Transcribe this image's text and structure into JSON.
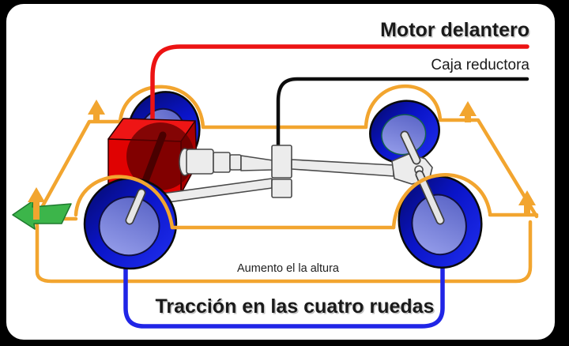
{
  "diagram": {
    "title": "Motor delantero",
    "labels": {
      "front_engine": "Motor delantero",
      "reduction_gearbox": "Caja reductora",
      "height_increase": "Aumento el la altura",
      "four_wheel_drive": "Tracción en las cuatro ruedas"
    },
    "colors": {
      "background": "#000000",
      "canvas": "#ffffff",
      "body_outline_orange": "#F2A52F",
      "callout_red": "#EC1313",
      "callout_black": "#0D0D0D",
      "callout_blue": "#2025E6",
      "arrow_green": "#3CB54A",
      "engine_red": "#E00202",
      "engine_red_top": "#EE1515",
      "engine_red_dark": "#A80000",
      "engine_flywheel": "#5C0000",
      "wheel_blue": "#0A14C8",
      "wheel_blue_dark": "#050A64",
      "wheel_hub_light": "#8A92E0",
      "drivetrain_gray": "#ECECEC",
      "drivetrain_outline": "#4A4A4A",
      "text_color": "#1A1A1A"
    }
  }
}
